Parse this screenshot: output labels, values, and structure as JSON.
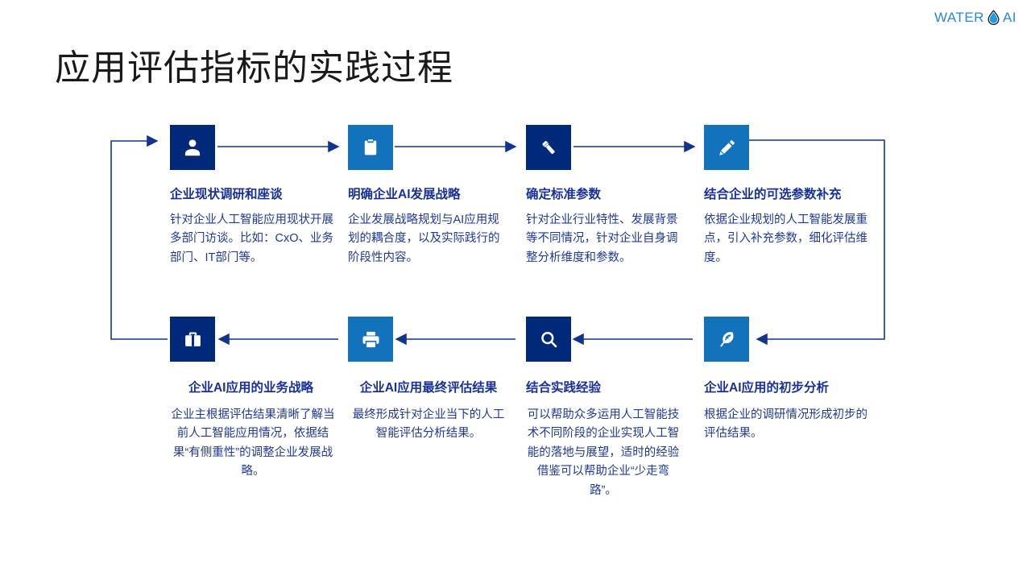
{
  "brand": {
    "text_left": "WATER",
    "text_right": "AI",
    "icon": "water-drop-icon",
    "color": "#2a86d8"
  },
  "page_title": "应用评估指标的实践过程",
  "colors": {
    "navy": "#00297a",
    "blue": "#1272bc",
    "heading": "#17309b",
    "body": "#1e3a96",
    "connector": "#12348f",
    "title": "#1a1a1a"
  },
  "flow": {
    "row1_direction": "left-to-right",
    "row2_direction": "right-to-left",
    "steps": [
      {
        "index": 1,
        "icon": "person-icon",
        "icon_color": "navy",
        "title": "企业现状调研和座谈",
        "body": "针对企业人工智能应用现状开展多部门访谈。比如：CxO、业务部门、IT部门等。"
      },
      {
        "index": 2,
        "icon": "clipboard-icon",
        "icon_color": "blue",
        "title": "明确企业AI发展战略",
        "body": "企业发展战略规划与AI应用规划的耦合度，以及实际践行的阶段性内容。"
      },
      {
        "index": 3,
        "icon": "flashlight-icon",
        "icon_color": "navy",
        "title": "确定标准参数",
        "body": "针对企业行业特性、发展背景等不同情况，针对企业自身调整分析维度和参数。"
      },
      {
        "index": 4,
        "icon": "pencil-icon",
        "icon_color": "blue",
        "title": "结合企业的可选参数补充",
        "body": "依据企业规划的人工智能发展重点，引入补充参数，细化评估维度。"
      },
      {
        "index": 5,
        "icon": "feather-icon",
        "icon_color": "blue",
        "title": "企业AI应用的初步分析",
        "body": "根据企业的调研情况形成初步的评估结果。"
      },
      {
        "index": 6,
        "icon": "search-icon",
        "icon_color": "navy",
        "title": "结合实践经验",
        "body": "可以帮助众多运用人工智能技术不同阶段的企业实现人工智能的落地与展望，适时的经验借鉴可以帮助企业“少走弯路”。"
      },
      {
        "index": 7,
        "icon": "printer-icon",
        "icon_color": "blue",
        "title": "企业AI应用最终评估结果",
        "body": "最终形成针对企业当下的人工智能评估分析结果。"
      },
      {
        "index": 8,
        "icon": "briefcase-icon",
        "icon_color": "navy",
        "title": "企业AI应用的业务战略",
        "body": "企业主根据评估结果清晰了解当前人工智能应用情况，依据结果“有侧重性”的调整企业发展战略。"
      }
    ]
  }
}
